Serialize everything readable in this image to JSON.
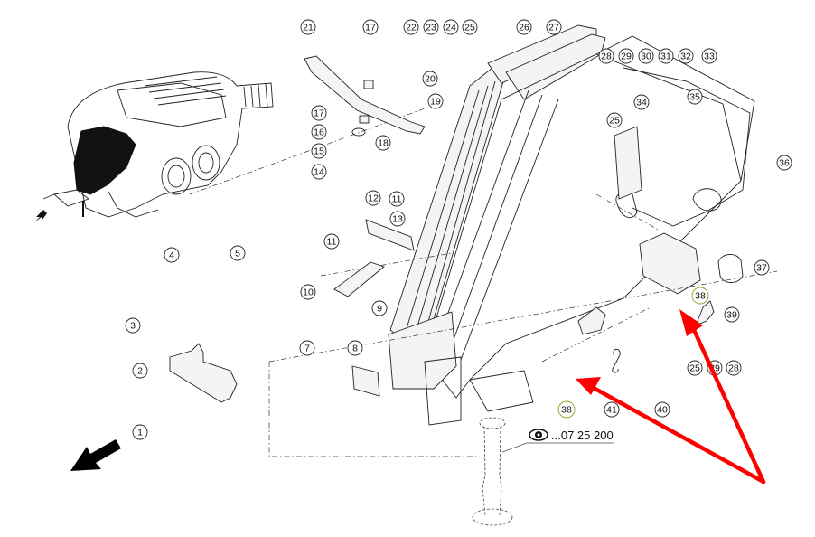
{
  "diagram": {
    "reference": {
      "icon": "eye-icon",
      "text": "...07 25 200"
    },
    "highlight_color": "#a4bd2a",
    "arrow_color": "#ff0000",
    "direction_arrow_icon": "travel-direction-arrow-icon",
    "callouts": [
      {
        "label": "1"
      },
      {
        "label": "2"
      },
      {
        "label": "3"
      },
      {
        "label": "4"
      },
      {
        "label": "5"
      },
      {
        "label": "7"
      },
      {
        "label": "8"
      },
      {
        "label": "9"
      },
      {
        "label": "10"
      },
      {
        "label": "11"
      },
      {
        "label": "11"
      },
      {
        "label": "12"
      },
      {
        "label": "13"
      },
      {
        "label": "14"
      },
      {
        "label": "15"
      },
      {
        "label": "16"
      },
      {
        "label": "17"
      },
      {
        "label": "17"
      },
      {
        "label": "18"
      },
      {
        "label": "19"
      },
      {
        "label": "20"
      },
      {
        "label": "21"
      },
      {
        "label": "22"
      },
      {
        "label": "23"
      },
      {
        "label": "24"
      },
      {
        "label": "25"
      },
      {
        "label": "26"
      },
      {
        "label": "27"
      },
      {
        "label": "28"
      },
      {
        "label": "29"
      },
      {
        "label": "25"
      },
      {
        "label": "30"
      },
      {
        "label": "31"
      },
      {
        "label": "32"
      },
      {
        "label": "33"
      },
      {
        "label": "34"
      },
      {
        "label": "35"
      },
      {
        "label": "36"
      },
      {
        "label": "37"
      },
      {
        "label": "38",
        "highlighted": true
      },
      {
        "label": "39"
      },
      {
        "label": "25"
      },
      {
        "label": "29"
      },
      {
        "label": "28"
      },
      {
        "label": "38",
        "highlighted": true
      },
      {
        "label": "41"
      },
      {
        "label": "40"
      }
    ]
  }
}
